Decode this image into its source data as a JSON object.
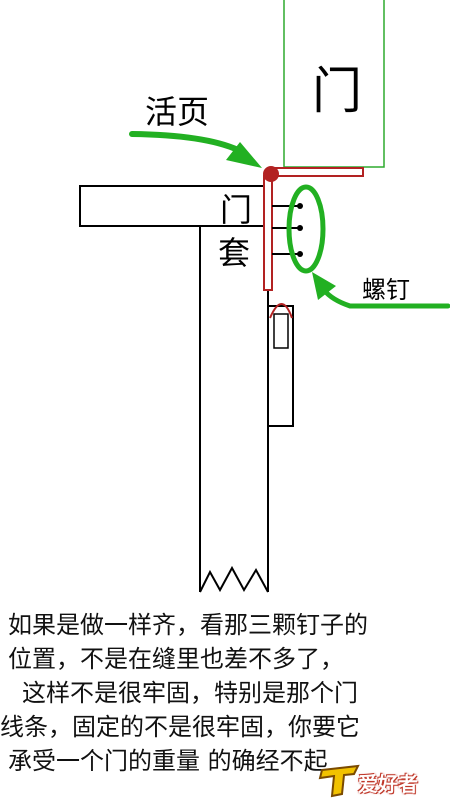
{
  "diagram": {
    "labels": {
      "door": "门",
      "hinge": "活页",
      "door_frame_1": "门",
      "door_frame_2": "套",
      "screws": "螺钉"
    },
    "colors": {
      "hinge_red": "#b22222",
      "arrow_green": "#22b022",
      "door_outline_green": "#2eaa2e",
      "ink": "#000000"
    }
  },
  "caption": {
    "line1": "如果是做一样齐，看那三颗钉子的",
    "line2": "位置，不是在缝里也差不多了，",
    "line3": "这样不是很牢固，特别是那个门",
    "line4": "线条，固定的不是很牢固，你要它",
    "line5": "承受一个门的重量  的确经不起"
  },
  "watermark": {
    "text": "爱好者"
  }
}
